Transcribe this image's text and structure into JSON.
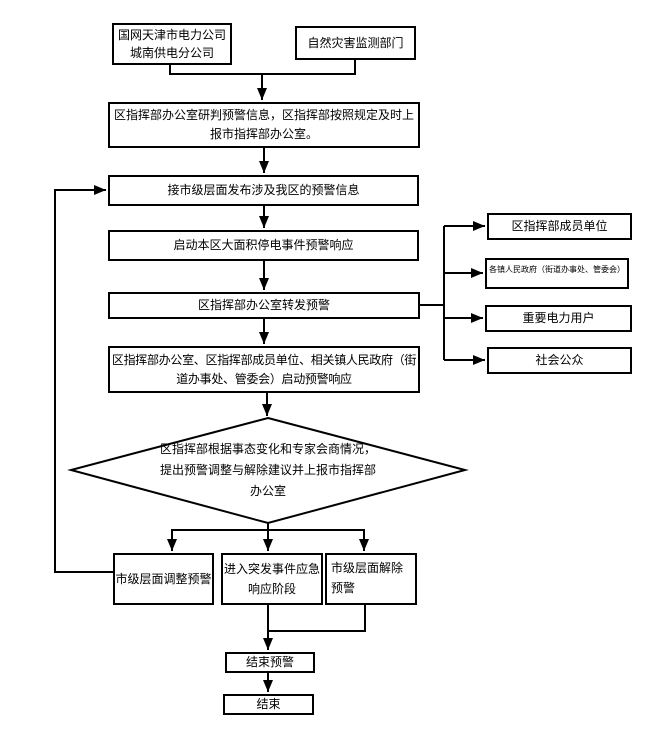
{
  "page": {
    "background": "#ffffff",
    "line_color": "#000000",
    "box_fill": "#ffffff"
  },
  "flowchart": {
    "nodes": {
      "grid_company": "国网天津市电力公司城南供电分公司",
      "disaster_monitoring": "自然灾害监测部门",
      "office_research": "区指挥部办公室研判预警信息，区指挥部按照规定及时上报市指挥部办公室。",
      "receive_city_warning": "接市级层面发布涉及我区的预警信息",
      "start_blackout_warning_response": "启动本区大面积停电事件预警响应",
      "office_forward_warning": "区指挥部办公室转发预警",
      "launch_warning_response": "区指挥部办公室、区指挥部成员单位、相关镇人民政府（街道办事处、管委会）启动预警响应",
      "member_units": "区指挥部成员单位",
      "town_governments": "各镇人民政府（街道办事处、管委会）",
      "key_power_users": "重要电力用户",
      "general_public": "社会公众",
      "decision_adjust_release": "区指挥部根据事态变化和专家会商情况，提出预警调整与解除建议并上报市指挥部办公室",
      "city_adjust_warning": "市级层面调整预警",
      "enter_emergency_response": "进入突发事件应急响应阶段",
      "city_release_warning": "市级层面解除预警",
      "end_warning": "结束预警",
      "end": "结束"
    }
  }
}
